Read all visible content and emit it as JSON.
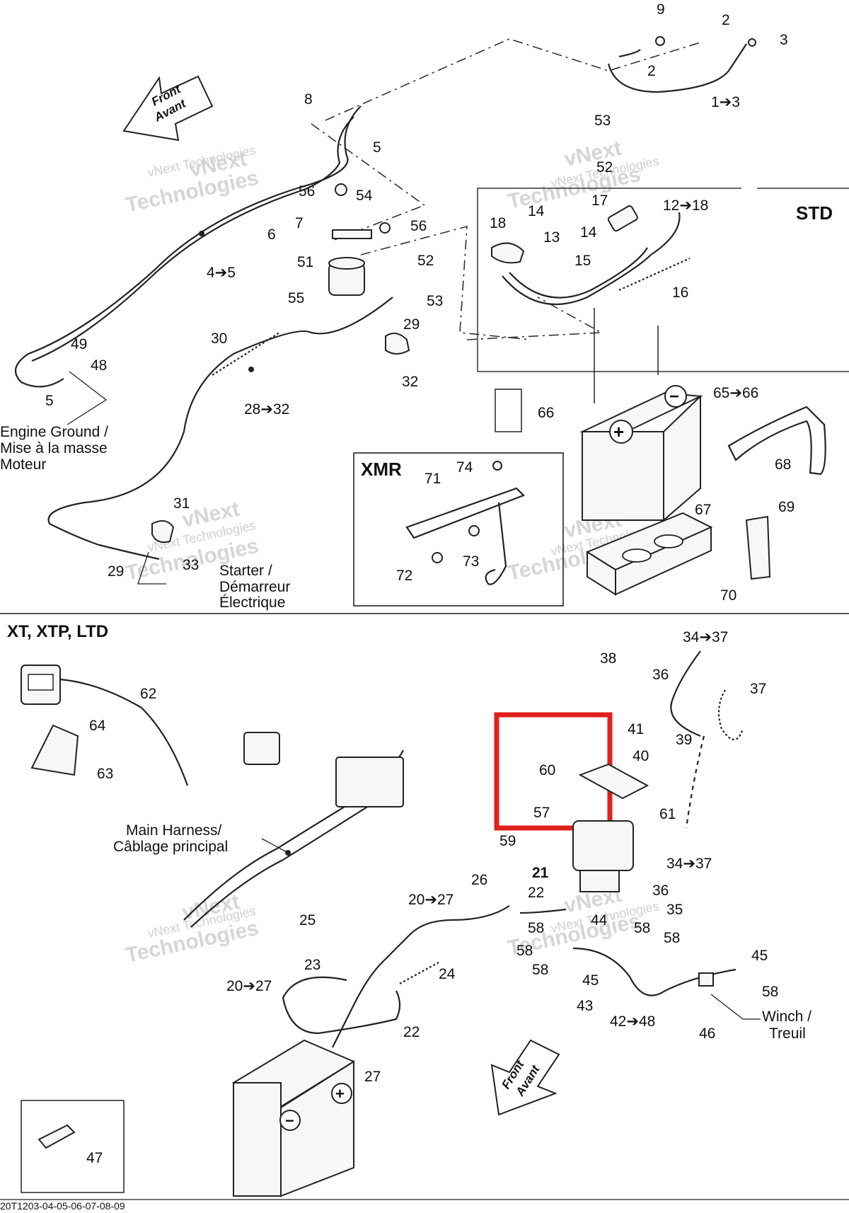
{
  "labels": {
    "variants": {
      "std": "STD",
      "xmr": "XMR",
      "xt": "XT, XTP, LTD"
    },
    "callouts": {
      "engine_ground": [
        "Engine Ground /",
        "Mise à la masse",
        "Moteur"
      ],
      "starter": [
        "Starter /",
        "Démarreur",
        "Électrique"
      ],
      "main_harness": [
        "Main Harness/",
        "Câblage principal"
      ],
      "winch": [
        "Winch /",
        "Treuil"
      ]
    },
    "arrows": {
      "front_top": [
        "Front",
        "Avant"
      ],
      "front_bottom": [
        "Front",
        "Avant"
      ]
    },
    "battery_symbols": {
      "plus": "+",
      "minus": "−"
    },
    "part_numbers": {
      "p9": "9",
      "p2a": "2",
      "p3": "3",
      "p2b": "2",
      "p1_3": "1➔3",
      "p8": "8",
      "p5a": "5",
      "p53a": "53",
      "p52a": "52",
      "p56a": "56",
      "p54": "54",
      "p7": "7",
      "p6": "6",
      "p56b": "56",
      "p51": "51",
      "p52b": "52",
      "p53b": "53",
      "p55": "55",
      "p29a": "29",
      "p4_5": "4➔5",
      "p30": "30",
      "p32": "32",
      "p28_32": "28➔32",
      "p49": "49",
      "p48": "48",
      "p5b": "5",
      "p18": "18",
      "p14a": "14",
      "p17": "17",
      "p12_18": "12➔18",
      "p13": "13",
      "p14b": "14",
      "p15": "15",
      "p16": "16",
      "p66": "66",
      "p65_66": "65➔66",
      "p74": "74",
      "p71": "71",
      "p68": "68",
      "p67": "67",
      "p69": "69",
      "p72": "72",
      "p73": "73",
      "p70": "70",
      "p31": "31",
      "p33": "33",
      "p29b": "29",
      "p34_37a": "34➔37",
      "p38": "38",
      "p36a": "36",
      "p37": "37",
      "p62": "62",
      "p64": "64",
      "p41": "41",
      "p39": "39",
      "p40": "40",
      "p63": "63",
      "p60": "60",
      "p57": "57",
      "p61": "61",
      "p59": "59",
      "p34_37b": "34➔37",
      "p21": "21",
      "p26": "26",
      "p22a": "22",
      "p36b": "36",
      "p20_27a": "20➔27",
      "p35": "35",
      "p25": "25",
      "p44": "44",
      "p58a": "58",
      "p58b": "58",
      "p58c": "58",
      "p58d": "58",
      "p58e": "58",
      "p58f": "58",
      "p24": "24",
      "p23": "23",
      "p45a": "45",
      "p45b": "45",
      "p20_27b": "20➔27",
      "p43": "43",
      "p42_48": "42➔48",
      "p46": "46",
      "p22b": "22",
      "p27": "27",
      "p47": "47"
    },
    "footer_code": "20T1203-04-05-06-07-08-09"
  },
  "watermark": {
    "line1": "vNext",
    "line2": "vNext Technologies",
    "line3": "Technologies"
  },
  "colors": {
    "highlight_box": "#e0201c",
    "line": "#222222",
    "watermark": "#d6d6d6"
  }
}
